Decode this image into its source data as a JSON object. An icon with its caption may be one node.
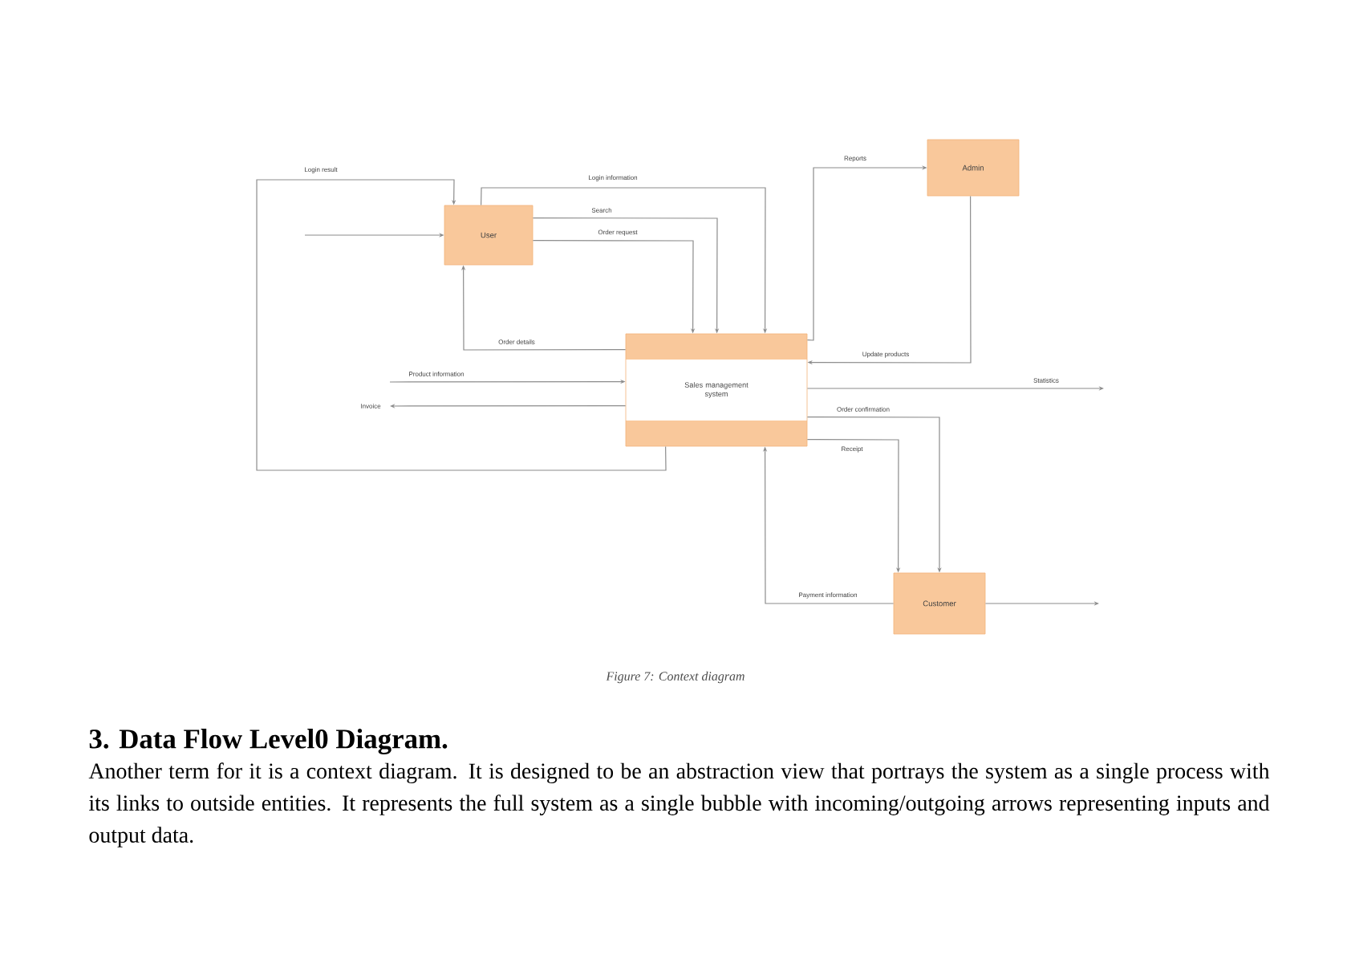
{
  "diagram": {
    "caption": "Figure 7: Context diagram",
    "nodes": [
      {
        "text": [
          "User"
        ]
      },
      {
        "text": [
          "Admin"
        ]
      },
      {
        "text": [
          "Sales management system"
        ]
      },
      {
        "text": [
          "Customer"
        ]
      }
    ],
    "edges": [
      {
        "from": null,
        "to": 0,
        "arrow": "to"
      },
      {
        "from": 2,
        "to": 0,
        "arrow": "to",
        "label": "Login result"
      },
      {
        "from": 0,
        "to": 2,
        "arrow": "to",
        "label": "Login information"
      },
      {
        "from": 0,
        "to": 2,
        "arrow": "to",
        "label": "Search"
      },
      {
        "from": 0,
        "to": 2,
        "arrow": "to",
        "label": "Order request"
      },
      {
        "from": 2,
        "to": 0,
        "arrow": "to",
        "label": "Order details"
      },
      {
        "from": null,
        "to": 2,
        "arrow": "to",
        "label": "Product information"
      },
      {
        "from": 2,
        "to": null,
        "arrow": "to",
        "label": "Invoice"
      },
      {
        "from": 2,
        "to": 1,
        "arrow": "to",
        "label": "Reports"
      },
      {
        "from": 1,
        "to": 2,
        "arrow": "to",
        "label": "Update products"
      },
      {
        "from": 2,
        "to": null,
        "arrow": "to",
        "label": "Statistics"
      },
      {
        "from": 2,
        "to": 3,
        "arrow": "to",
        "label": "Order confirmation"
      },
      {
        "from": 2,
        "to": 3,
        "arrow": "to",
        "label": "Receipt"
      },
      {
        "from": 3,
        "to": 2,
        "arrow": "to",
        "label": "Payment information"
      },
      {
        "from": 3,
        "to": null,
        "arrow": "to"
      }
    ],
    "labels": [
      "3. Data Flow Level0 Diagram.",
      "Another term for it is a context diagram. It is designed to be an abstraction view that portrays the system as a single process with its links to outside entities. It represents the full system as a single bubble with incoming/outgoing arrows representing inputs and output data."
    ]
  }
}
